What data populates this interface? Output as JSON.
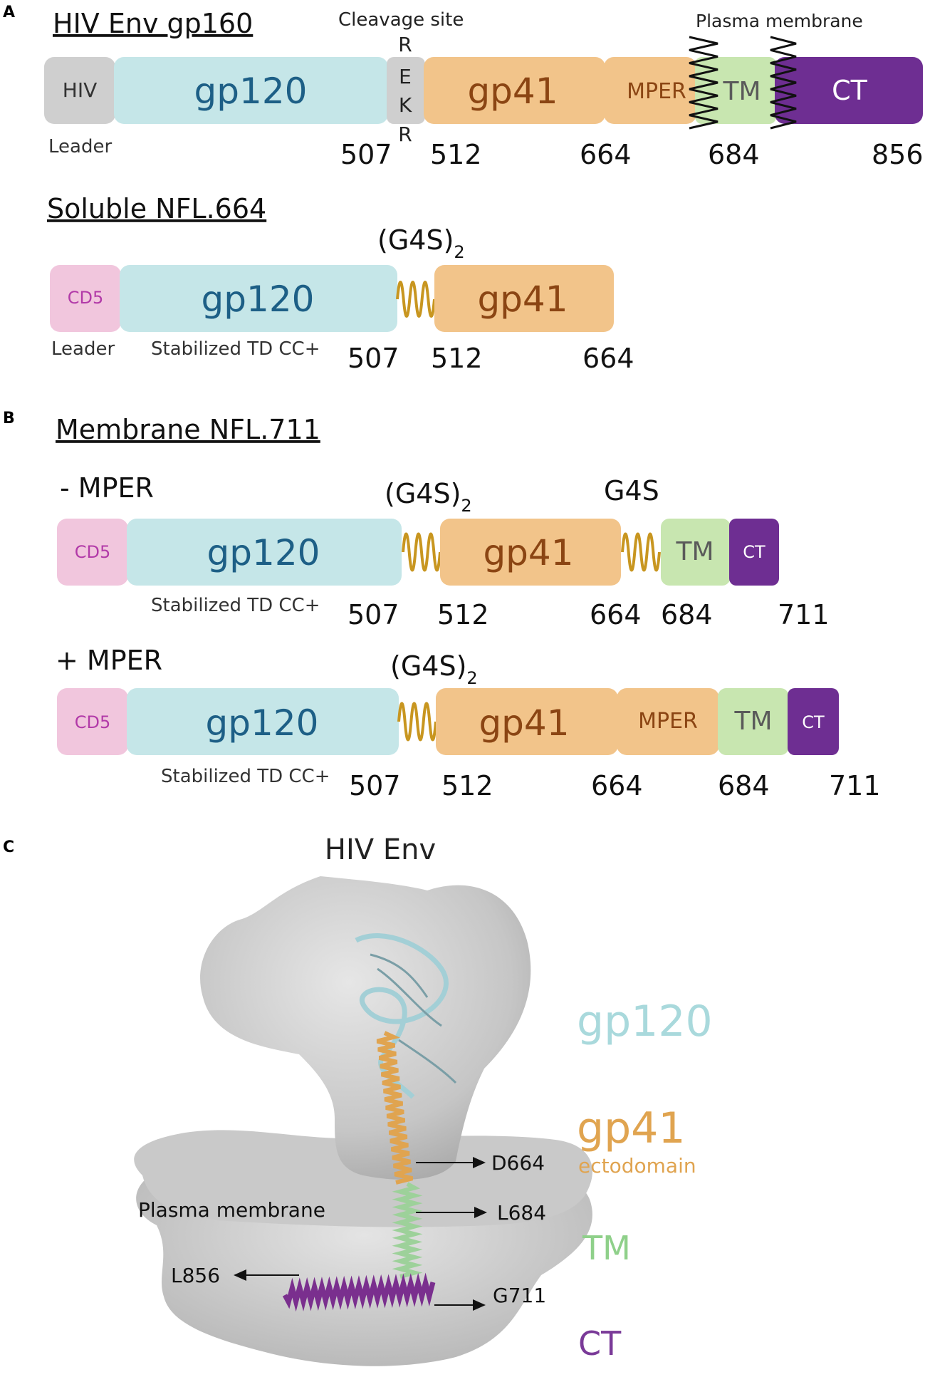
{
  "panel_a": {
    "letter": "A",
    "gp160": {
      "title": "HIV Env gp160",
      "cleavage_label": "Cleavage site",
      "cleavage_letters": [
        "R",
        "E",
        "K",
        "R"
      ],
      "membrane_label": "Plasma membrane",
      "segments": {
        "hiv": "HIV",
        "gp120": "gp120",
        "gp41": "gp41",
        "mper": "MPER",
        "tm": "TM",
        "ct": "CT"
      },
      "leader_label": "Leader",
      "positions": [
        "507",
        "512",
        "664",
        "684",
        "856"
      ]
    },
    "nfl664": {
      "title": "Soluble NFL.664",
      "linker": "(G4S)",
      "linker_sub": "2",
      "segments": {
        "cd5": "CD5",
        "gp120": "gp120",
        "gp41": "gp41"
      },
      "leader_label": "Leader",
      "stabilized_label": "Stabilized TD CC+",
      "positions": [
        "507",
        "512",
        "664"
      ]
    }
  },
  "panel_b": {
    "letter": "B",
    "title": "Membrane NFL.711",
    "minus": {
      "label": "- MPER",
      "linker": "(G4S)",
      "linker_sub": "2",
      "linker2": "G4S",
      "segments": {
        "cd5": "CD5",
        "gp120": "gp120",
        "gp41": "gp41",
        "tm": "TM",
        "ct": "CT"
      },
      "stabilized_label": "Stabilized TD CC+",
      "positions": [
        "507",
        "512",
        "664",
        "684",
        "711"
      ]
    },
    "plus": {
      "label": "+ MPER",
      "linker": "(G4S)",
      "linker_sub": "2",
      "segments": {
        "cd5": "CD5",
        "gp120": "gp120",
        "gp41": "gp41",
        "mper": "MPER",
        "tm": "TM",
        "ct": "CT"
      },
      "stabilized_label": "Stabilized TD CC+",
      "positions": [
        "507",
        "512",
        "664",
        "684",
        "711"
      ]
    }
  },
  "panel_c": {
    "letter": "C",
    "title": "HIV Env",
    "membrane_label": "Plasma membrane",
    "legend": {
      "gp120": "gp120",
      "gp41": "gp41",
      "ectodomain": "ectodomain",
      "tm": "TM",
      "ct": "CT"
    },
    "residues": {
      "d664": "D664",
      "l684": "L684",
      "l856": "L856",
      "g711": "G711"
    }
  },
  "colors": {
    "gray": "#cfcfcf",
    "gp120": "#c5e6e8",
    "gp41": "#f2c48a",
    "mper": "#f2c48a",
    "tm": "#c8e6b0",
    "ct": "#6e2e92",
    "cd5": "#f1c6dd",
    "linker": "#c89620",
    "gp120_text": "#1d5f86",
    "gp41_text": "#8b4513",
    "cd5_text": "#b23aa8",
    "legend_gp120": "#a9d9dc",
    "legend_gp41": "#e0a450",
    "legend_tm": "#8fd08a",
    "legend_ct": "#7a3a98"
  }
}
